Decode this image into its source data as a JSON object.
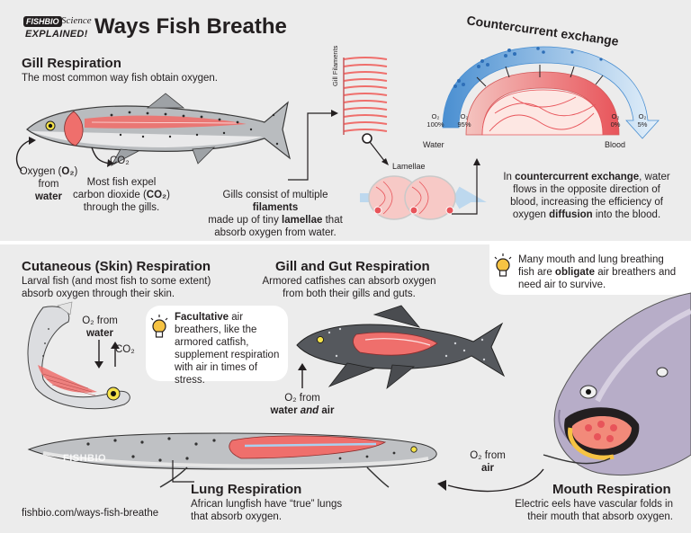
{
  "header": {
    "brand": "FISHBIO",
    "brand_science": "Science",
    "brand_explained": "EXPLAINED!",
    "title": "Ways Fish Breathe"
  },
  "gill": {
    "title": "Gill Respiration",
    "subtitle": "The most common way fish obtain oxygen.",
    "oxygen_label_pre": "Oxygen (",
    "oxygen_label_o2": "O₂",
    "oxygen_label_post": ")",
    "oxygen_from": "from",
    "oxygen_water": "water",
    "co2_label": "CO₂",
    "co2_text_1": "Most fish expel",
    "co2_text_2_pre": "carbon dioxide (",
    "co2_text_2_bold": "CO₂",
    "co2_text_2_post": ")",
    "co2_text_3": "through the gills.",
    "filaments_text_1_pre": "Gills consist of multiple ",
    "filaments_text_1_bold": "filaments",
    "filaments_text_2_pre": "made up of tiny ",
    "filaments_text_2_bold": "lamellae",
    "filaments_text_2_post": " that",
    "filaments_text_3": "absorb oxygen from water.",
    "gill_filaments_label": "Gill Filaments",
    "lamellae_label": "Lamellae"
  },
  "countercurrent": {
    "title": "Countercurrent exchange",
    "water_label": "Water",
    "blood_label": "Blood",
    "o2_label": "O₂",
    "water_start": "100%",
    "water_mid": "95%",
    "blood_start": "0%",
    "water_end": "5%",
    "text_1_pre": "In ",
    "text_1_bold": "countercurrent exchange",
    "text_1_post": ", water",
    "text_2": "flows in the opposite direction of",
    "text_3": "blood, increasing the efficiency of",
    "text_4_pre": "oxygen ",
    "text_4_bold": "diffusion",
    "text_4_post": " into the blood."
  },
  "cutaneous": {
    "title": "Cutaneous (Skin) Respiration",
    "text_1": "Larval fish (and most fish to some extent)",
    "text_2": "absorb oxygen through their skin.",
    "o2_from": "O₂ from",
    "water": "water",
    "co2": "CO₂"
  },
  "gut": {
    "title": "Gill and Gut Respiration",
    "text_1": "Armored catfishes can absorb oxygen",
    "text_2": "from both their gills and guts.",
    "o2_from": "O₂ from",
    "water_and_air_1": "water ",
    "water_and_air_2": "and",
    "water_and_air_3": " air"
  },
  "facultative": {
    "bold": "Facultative",
    "text_1": " air",
    "text_2": "breathers, like the",
    "text_3": "armored catfish,",
    "text_4": "supplement respiration",
    "text_5": "with air in times of stress."
  },
  "obligate": {
    "text_1": "Many mouth and lung breathing",
    "text_2_pre": "fish are ",
    "text_2_bold": "obligate",
    "text_2_post": " air breathers and",
    "text_3": "need air to survive."
  },
  "lung": {
    "title": "Lung Respiration",
    "text_1": "African lungfish have “true” lungs",
    "text_2": "that absorb oxygen.",
    "watermark": "FISHBIO"
  },
  "mouth": {
    "title": "Mouth Respiration",
    "text_1": "Electric eels have vascular folds in",
    "text_2": "their mouth that absorb oxygen.",
    "o2_from": "O₂ from",
    "air": "air"
  },
  "footer": {
    "url": "fishbio.com/ways-fish-breathe"
  },
  "colors": {
    "background": "#ececec",
    "water_blue": "#4a8fd1",
    "blood_red": "#e8545a",
    "gill_pink": "#ef6f6c",
    "text": "#231f20",
    "bulb_yellow": "#f6c343"
  }
}
